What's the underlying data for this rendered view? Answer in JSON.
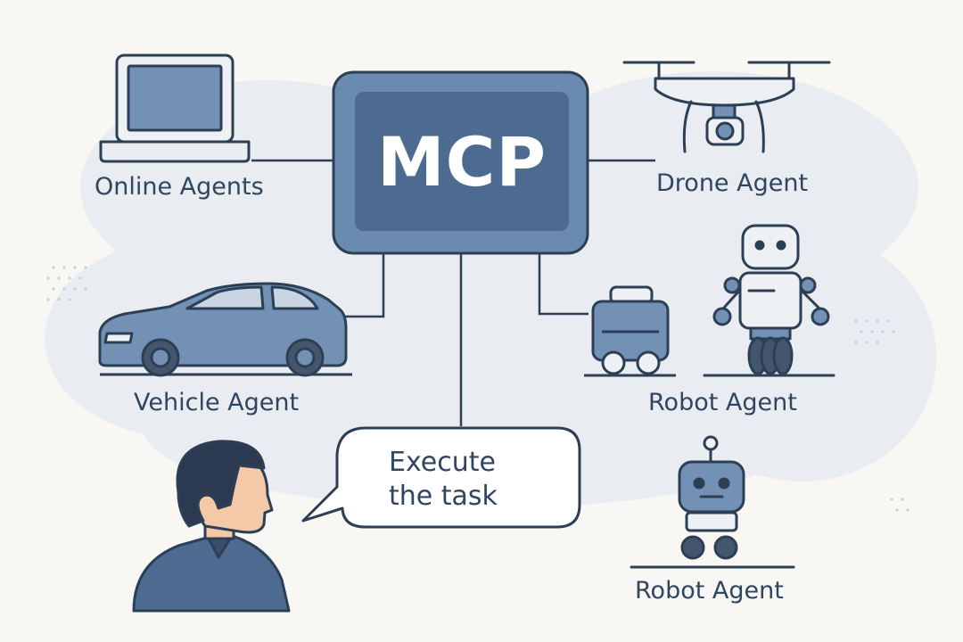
{
  "hub": {
    "label": "MCP"
  },
  "agents": {
    "online": "Online Agents",
    "drone": "Drone Agent",
    "vehicle": "Vehicle Agent",
    "robot_1": "Robot Agent",
    "robot_2": "Robot Agent"
  },
  "speech": {
    "line1": "Execute",
    "line2": "the task"
  },
  "colors": {
    "hub_outer": "#6a8ab0",
    "hub_inner": "#4d6a91",
    "outline": "#2d3f55",
    "fill_blue": "#7291b5",
    "text": "#2f4560",
    "cloud": "#e8ebef",
    "background": "#f8f7f3"
  }
}
